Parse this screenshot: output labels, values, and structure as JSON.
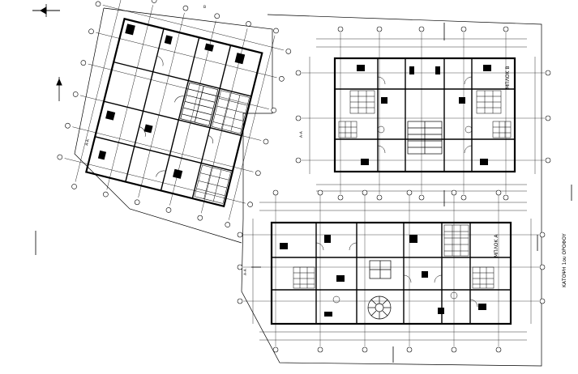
{
  "drawing": {
    "block_a_label": "ΜΠΛΟΚ Α",
    "block_b_label": "ΜΠΛΟΚ Β",
    "sheet_title": "ΚΑΤΟΨΗ 1ου ΟΡΟΦΟΥ",
    "section_mark": "Α-Α",
    "north_mark": "Β"
  },
  "colors": {
    "ink": "#000000",
    "paper": "#ffffff"
  },
  "icons": [
    "north-arrow-icon",
    "section-arrow-icon"
  ]
}
